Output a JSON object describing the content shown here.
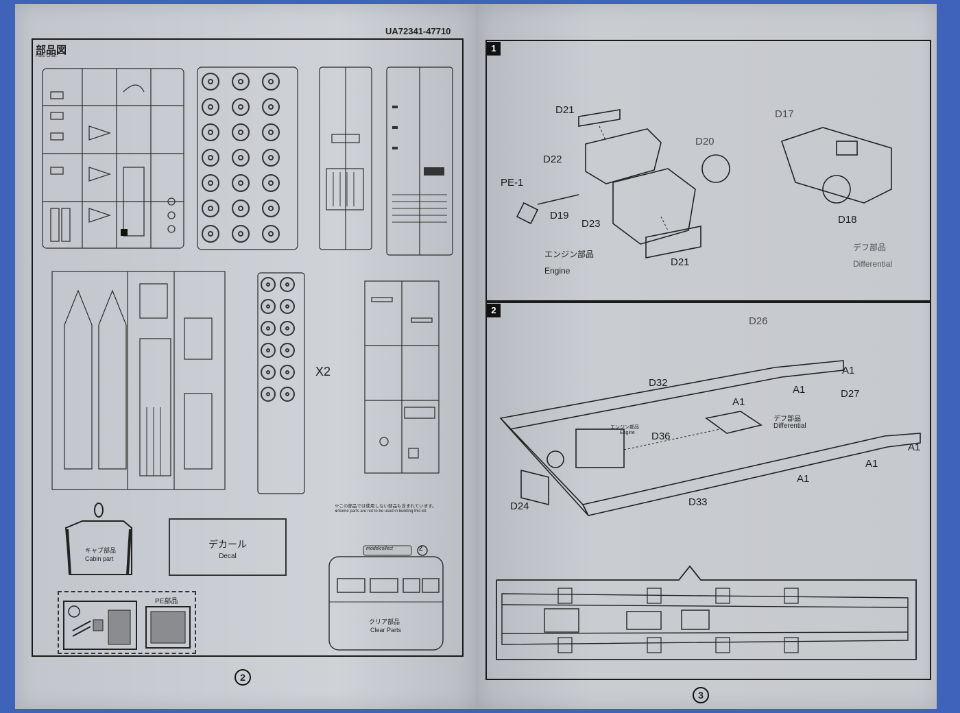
{
  "left_page": {
    "code": "UA72341-47710",
    "parts_chart_title": "部品図",
    "parts_chart_subtitle": "Parts Chart",
    "multiplier": "X2",
    "note_jp": "※この部品では使用しない部品も含まれています。",
    "note_en": "※Some parts are not to be used in building this kit.",
    "cabin_jp": "キャブ部品",
    "cabin_en": "Cabin part",
    "decal_jp": "デカール",
    "decal_en": "Decal",
    "pe_label": "PE部品",
    "clear_jp": "クリア部品",
    "clear_en": "Clear Parts",
    "brand": "modelcollect",
    "brand_letter": "Z",
    "page_number": "2"
  },
  "right_page": {
    "page_number": "3",
    "step1": {
      "number": "1",
      "labels": [
        "D21",
        "D22",
        "D20",
        "PE-1",
        "D19",
        "D23",
        "D21",
        "D17",
        "D18"
      ],
      "engine_jp": "エンジン部品",
      "engine_en": "Engine",
      "diff_jp": "デフ部品",
      "diff_en": "Differential"
    },
    "step2": {
      "number": "2",
      "labels": [
        "D26",
        "A1",
        "D32",
        "A1",
        "A1",
        "D27",
        "D36",
        "A1",
        "A1",
        "A1",
        "D24",
        "D33"
      ],
      "engine_jp": "エンジン部品",
      "engine_en": "Engine",
      "diff_jp": "デフ部品",
      "diff_en": "Differential"
    }
  },
  "colors": {
    "background": "#3f63b8",
    "paper": "#c6c9cf",
    "ink": "#1a1a1a"
  }
}
